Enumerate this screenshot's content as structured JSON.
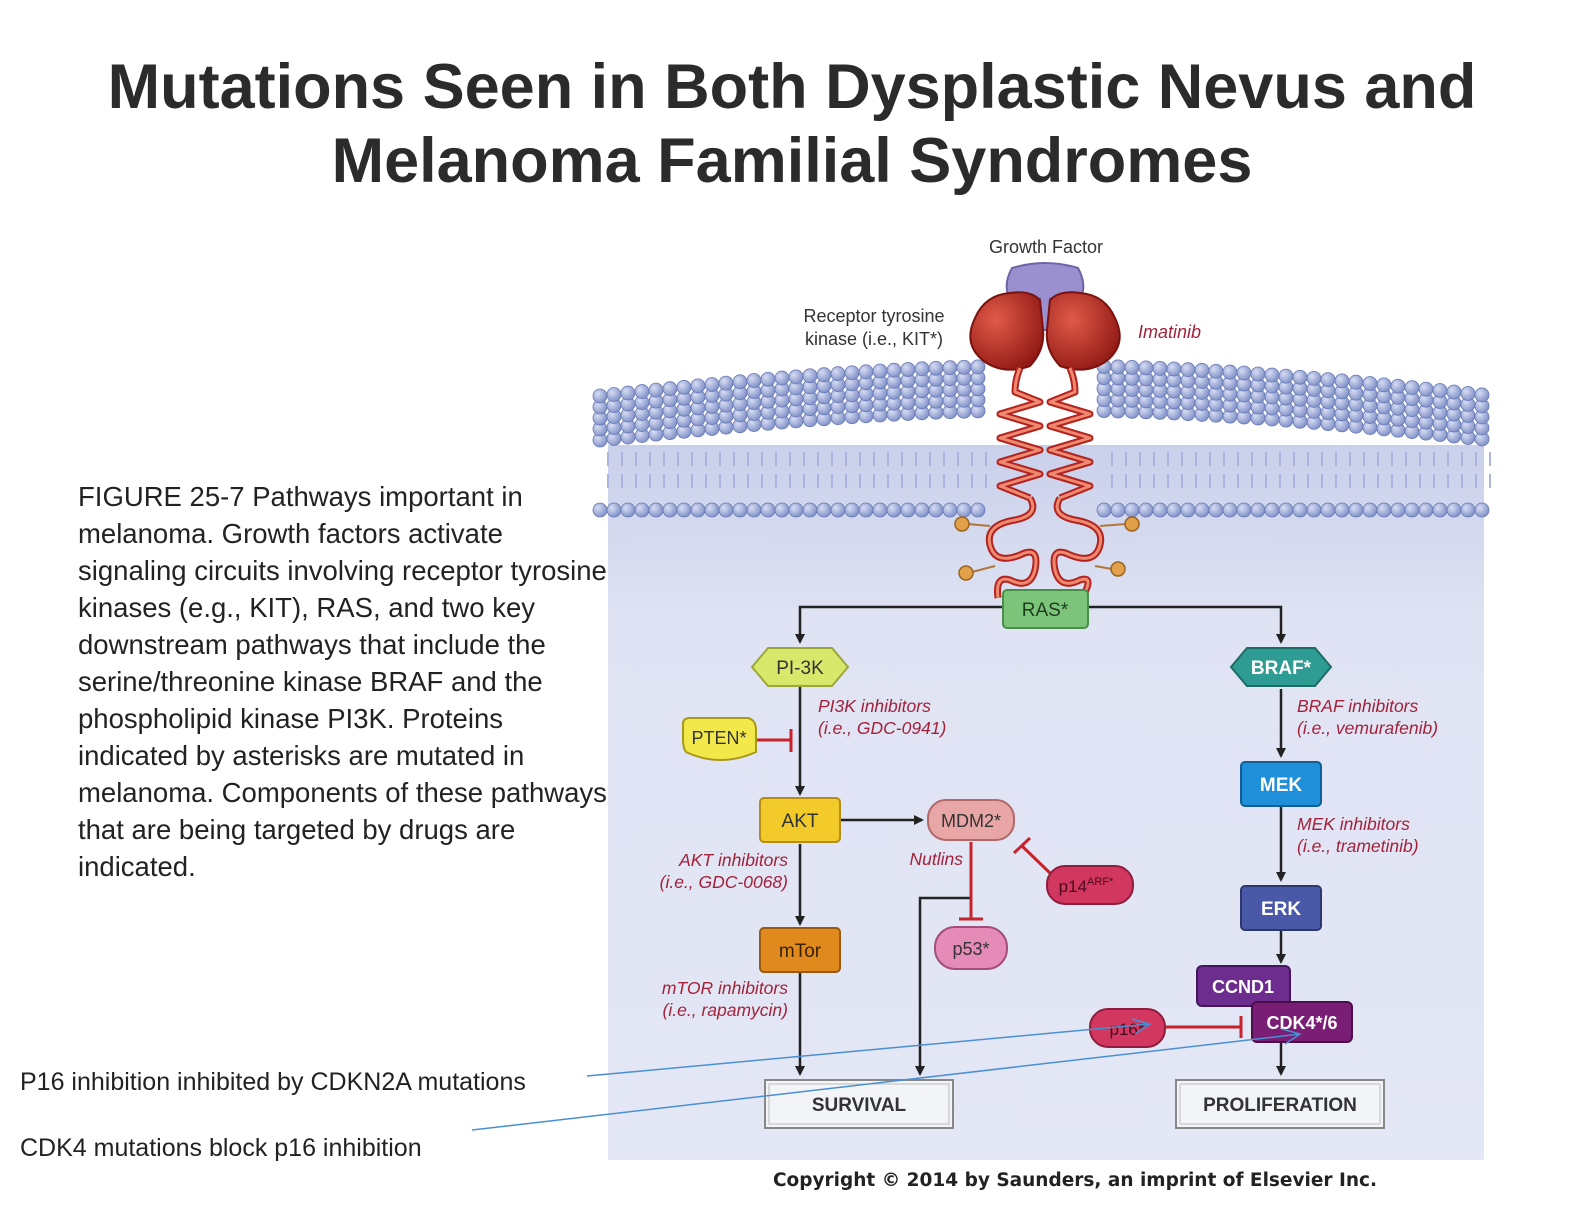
{
  "title": {
    "line1": "Mutations Seen in Both Dysplastic Nevus and",
    "line2": "Melanoma Familial Syndromes"
  },
  "caption": "FIGURE 25-7 Pathways important in melanoma. Growth factors activate signaling circuits involving receptor tyrosine kinases (e.g., KIT), RAS, and two key downstream pathways that include the serine/threonine kinase BRAF and the phospholipid kinase PI3K. Proteins indicated by asterisks are mutated in melanoma. Components of these pathways that are being targeted by drugs are indicated.",
  "notes": {
    "p16": "P16 inhibition inhibited by CDKN2A  mutations",
    "cdk4": "CDK4 mutations block p16 inhibition"
  },
  "copyright": "Copyright ©  2014 by Saunders, an imprint of Elsevier Inc.",
  "diagram": {
    "growth_factor": "Growth Factor",
    "receptor_line1": "Receptor tyrosine",
    "receptor_line2": "kinase (i.e., KIT*)",
    "imatinib": "Imatinib",
    "nodes": {
      "ras": "RAS*",
      "pi3k": "PI-3K",
      "braf": "BRAF*",
      "pten": "PTEN*",
      "akt": "AKT",
      "mdm2": "MDM2*",
      "p14_base": "p14",
      "p14_sup": "ARF*",
      "p53": "p53*",
      "mtor": "mTor",
      "mek": "MEK",
      "erk": "ERK",
      "ccnd1": "CCND1",
      "cdk": "CDK4*/6",
      "p16": "p16*"
    },
    "drugs": {
      "pi3k_1": "PI3K inhibitors",
      "pi3k_2": "(i.e., GDC-0941)",
      "braf_1": "BRAF inhibitors",
      "braf_2": "(i.e., vemurafenib)",
      "akt_1": "AKT inhibitors",
      "akt_2": "(i.e., GDC-0068)",
      "nutlins": "Nutlins",
      "mek_1": "MEK inhibitors",
      "mek_2": "(i.e., trametinib)",
      "mtor_1": "mTOR inhibitors",
      "mtor_2": "(i.e., rapamycin)"
    },
    "outcomes": {
      "survival": "SURVIVAL",
      "proliferation": "PROLIFERATION"
    },
    "colors": {
      "cytoplasm": "#dfe3f3",
      "lipid_head": "#8f9fd0",
      "receptor": "#b3231f",
      "growth_factor": "#9a8fcf",
      "arrow": "#222222",
      "inhibit": "#c8222a",
      "drug_text": "#a3223b",
      "ras": "#7cc47a",
      "pi3k": "#d8e86a",
      "braf": "#2f9c94",
      "pten": "#f2e84a",
      "akt": "#f2cb2a",
      "mdm2": "#e8a6a6",
      "p14": "#d2375f",
      "p53": "#e58bb8",
      "mtor": "#e08a1e",
      "mek": "#1e8fd8",
      "erk": "#4959a8",
      "ccnd1": "#6d2d8e",
      "cdk": "#7a1e75",
      "p16": "#d2375f",
      "annotation_line": "#4a8fd1"
    }
  }
}
